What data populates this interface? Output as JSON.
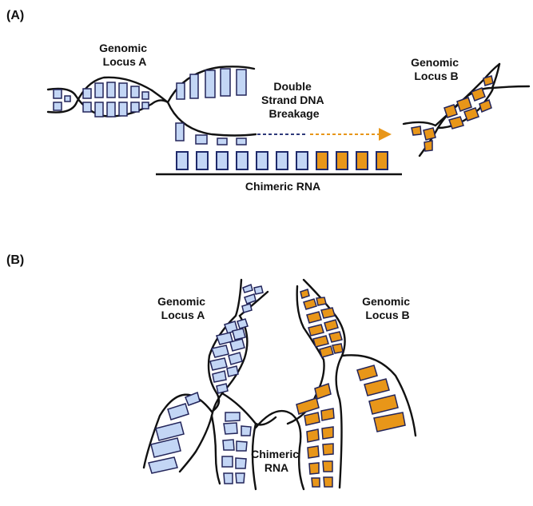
{
  "panelA": {
    "panel_label": "(A)",
    "locus_a": [
      "Genomic",
      "Locus A"
    ],
    "locus_b": [
      "Genomic",
      "Locus B"
    ],
    "breakage": [
      "Double",
      "Strand DNA",
      "Breakage"
    ],
    "rna": [
      "Chimeric RNA"
    ]
  },
  "panelB": {
    "panel_label": "(B)",
    "locus_a": [
      "Genomic",
      "Locus A"
    ],
    "locus_b": [
      "Genomic",
      "Locus B"
    ],
    "rna": [
      "Chimeric",
      "RNA"
    ]
  },
  "colors": {
    "locus_a_fill": "#c3d6f5",
    "locus_b_fill": "#e89619",
    "outline": "#23255a",
    "breakage_arrow_a": "#2f3a7a",
    "breakage_arrow_b": "#e89619"
  }
}
